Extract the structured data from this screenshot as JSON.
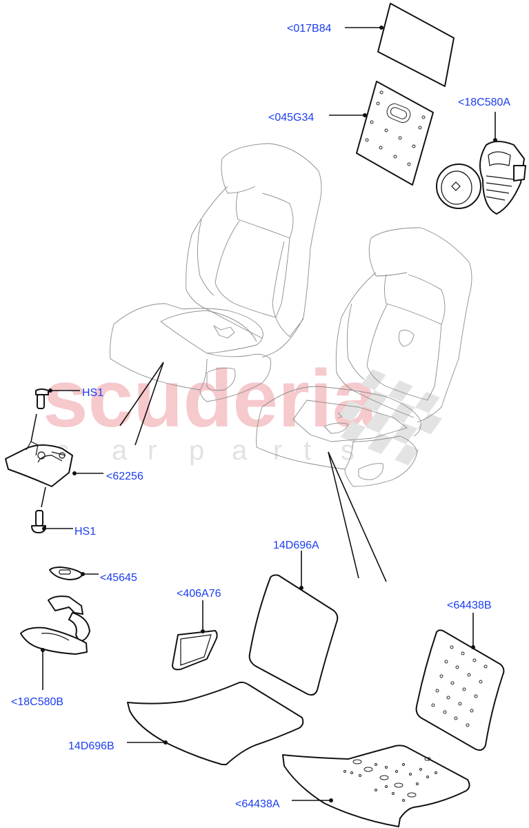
{
  "diagram": {
    "watermark": {
      "brand": "scuderia",
      "tagline_letters": [
        "c",
        "a",
        "r",
        "p",
        "a",
        "r",
        "t",
        "s"
      ],
      "brand_color": "#f6c9cc",
      "tagline_color": "#e2e2e2"
    },
    "label_color": "#1a3cf0",
    "callouts": [
      {
        "id": "017B84",
        "text": "<017B84"
      },
      {
        "id": "045G34",
        "text": "<045G34"
      },
      {
        "id": "18C580A",
        "text": "<18C580A"
      },
      {
        "id": "HS1_top",
        "text": "HS1"
      },
      {
        "id": "62256",
        "text": "<62256"
      },
      {
        "id": "HS1_bottom",
        "text": "HS1"
      },
      {
        "id": "45645",
        "text": "<45645"
      },
      {
        "id": "406A76",
        "text": "<406A76"
      },
      {
        "id": "14D696A",
        "text": "14D696A"
      },
      {
        "id": "64438B",
        "text": "<64438B"
      },
      {
        "id": "18C580B",
        "text": "<18C580B"
      },
      {
        "id": "14D696B",
        "text": "14D696B"
      },
      {
        "id": "64438A",
        "text": "<64438A"
      }
    ]
  }
}
